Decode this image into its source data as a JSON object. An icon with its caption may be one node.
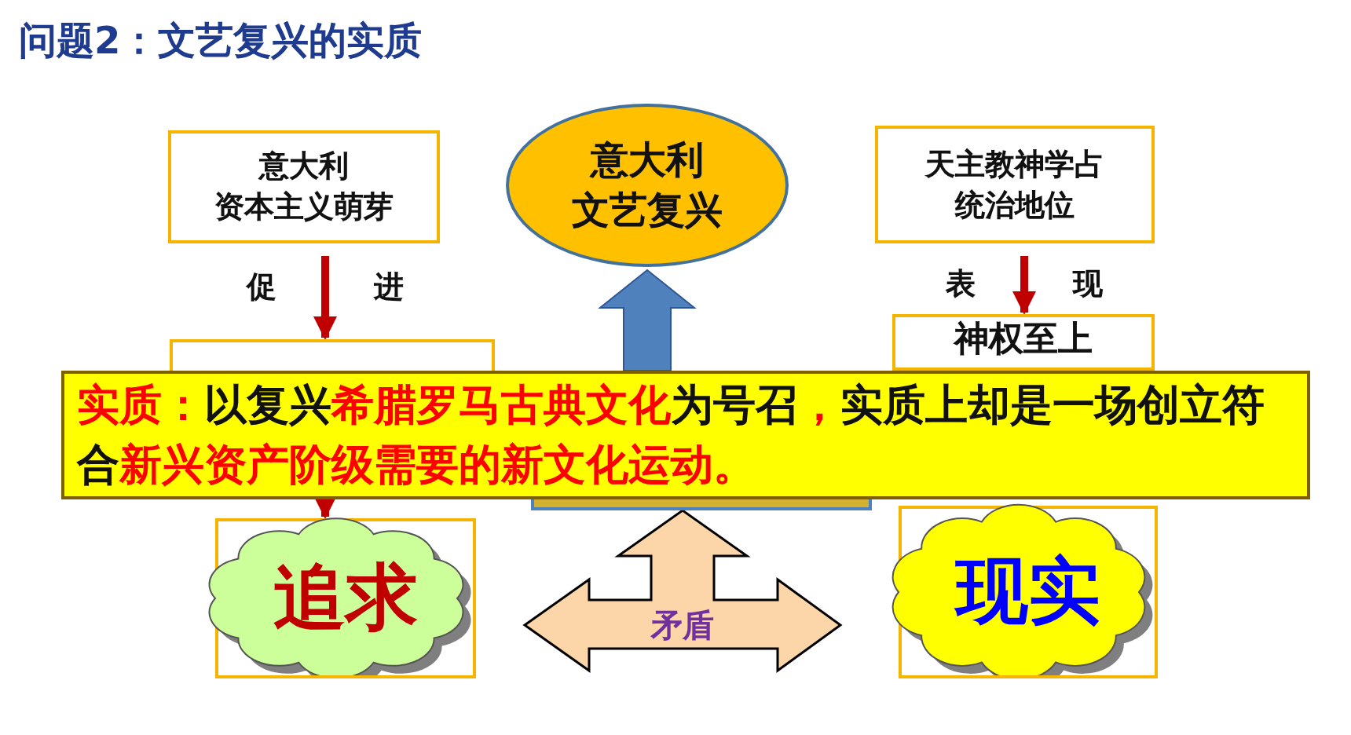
{
  "diagram": {
    "title": "问题2：文艺复兴的实质",
    "nodes": [
      {
        "text": [
          "意大利资本主义萌芽"
        ]
      },
      {
        "text": [
          "意大利文艺复兴"
        ]
      },
      {
        "text": [
          "天主教神学占统治地位"
        ]
      },
      {
        "text": [],
        "shape": "box"
      },
      {
        "text": [],
        "shape": "box"
      },
      {
        "text": [
          "神权至上"
        ]
      },
      {
        "text": [
          "**实质：**以复兴**希腊罗马古典文化**为号召**，**实质上却是一场创立符合**新兴资产阶级需要的新文化运动。**"
        ]
      },
      {
        "text": [
          "追求"
        ]
      },
      {
        "text": [
          "现实"
        ]
      }
    ],
    "edges": [
      {
        "from": 0,
        "to": 3,
        "arrow": "to",
        "label": "促进"
      },
      {
        "from": 2,
        "to": 5,
        "arrow": "to",
        "label": "表现"
      },
      {
        "from": null,
        "to": 1,
        "arrow": "to",
        "style": "thick",
        "color": "#4f81bd"
      },
      {
        "from": 6,
        "to": 7,
        "arrow": "to"
      },
      {
        "from": 7,
        "to": 8,
        "arrow": "both",
        "label": "矛盾",
        "style": "thick",
        "color": "#fcd5a8"
      },
      {
        "from": null,
        "to": 4,
        "arrow": "to",
        "style": "thick",
        "color": "#fcd5a8"
      }
    ]
  }
}
